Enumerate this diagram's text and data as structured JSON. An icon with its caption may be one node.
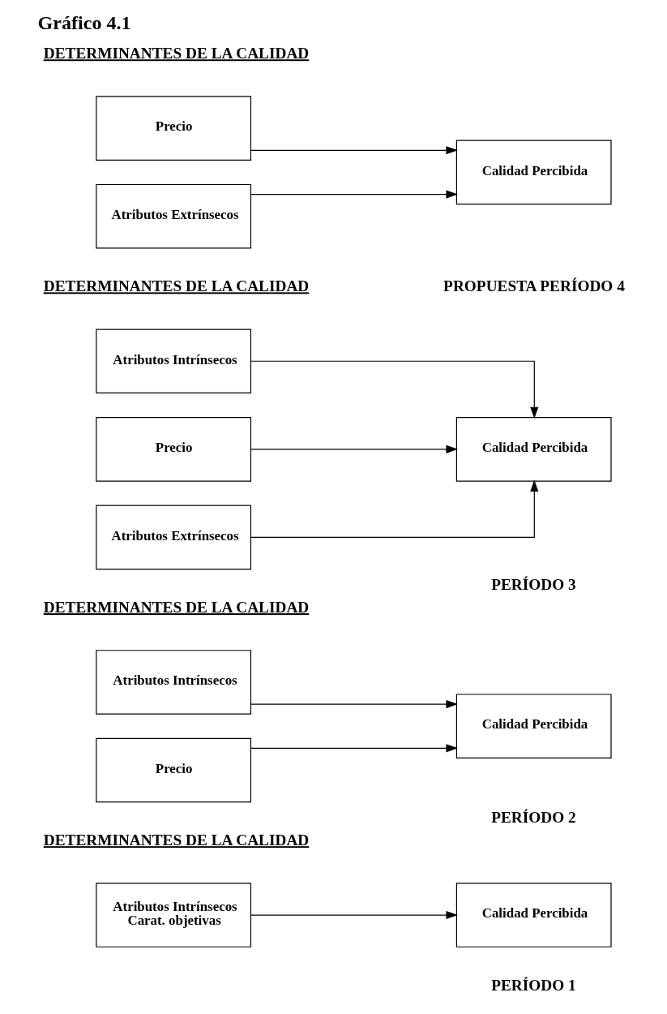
{
  "diagram": {
    "title": "Gráfico 4.1",
    "nodes": [
      {
        "text": [
          "Atributos Intrínsecos",
          "Carat. objetivas"
        ]
      },
      {
        "text": [
          "Calidad Percibida"
        ]
      },
      {
        "text": [
          "Atributos Intrínsecos"
        ]
      },
      {
        "text": [
          "Precio"
        ]
      },
      {
        "text": [
          "Calidad Percibida"
        ]
      },
      {
        "text": [
          "Atributos Intrínsecos"
        ]
      },
      {
        "text": [
          "Precio"
        ]
      },
      {
        "text": [
          "Atributos Extrínsecos"
        ]
      },
      {
        "text": [
          "Calidad Percibida"
        ]
      },
      {
        "text": [
          "Precio"
        ]
      },
      {
        "text": [
          "Atributos Extrínsecos"
        ]
      },
      {
        "text": [
          "Calidad Percibida"
        ]
      }
    ],
    "edges": [
      {
        "from": 0,
        "to": 1,
        "arrow": "to"
      },
      {
        "from": 2,
        "to": 4,
        "arrow": "to"
      },
      {
        "from": 3,
        "to": 4,
        "arrow": "to"
      },
      {
        "from": 5,
        "to": 8,
        "arrow": "to"
      },
      {
        "from": 6,
        "to": 8,
        "arrow": "to"
      },
      {
        "from": 7,
        "to": 8,
        "arrow": "to"
      },
      {
        "from": 9,
        "to": 11,
        "arrow": "to"
      },
      {
        "from": 10,
        "to": 11,
        "arrow": "to"
      }
    ],
    "labels": [
      "PERÍODO 1",
      "DETERMINANTES DE LA CALIDAD",
      "PERÍODO 2",
      "DETERMINANTES DE LA CALIDAD",
      "PERÍODO 3",
      "DETERMINANTES DE LA CALIDAD",
      "PROPUESTA PERÍODO 4",
      "DETERMINANTES DE LA CALIDAD"
    ]
  }
}
